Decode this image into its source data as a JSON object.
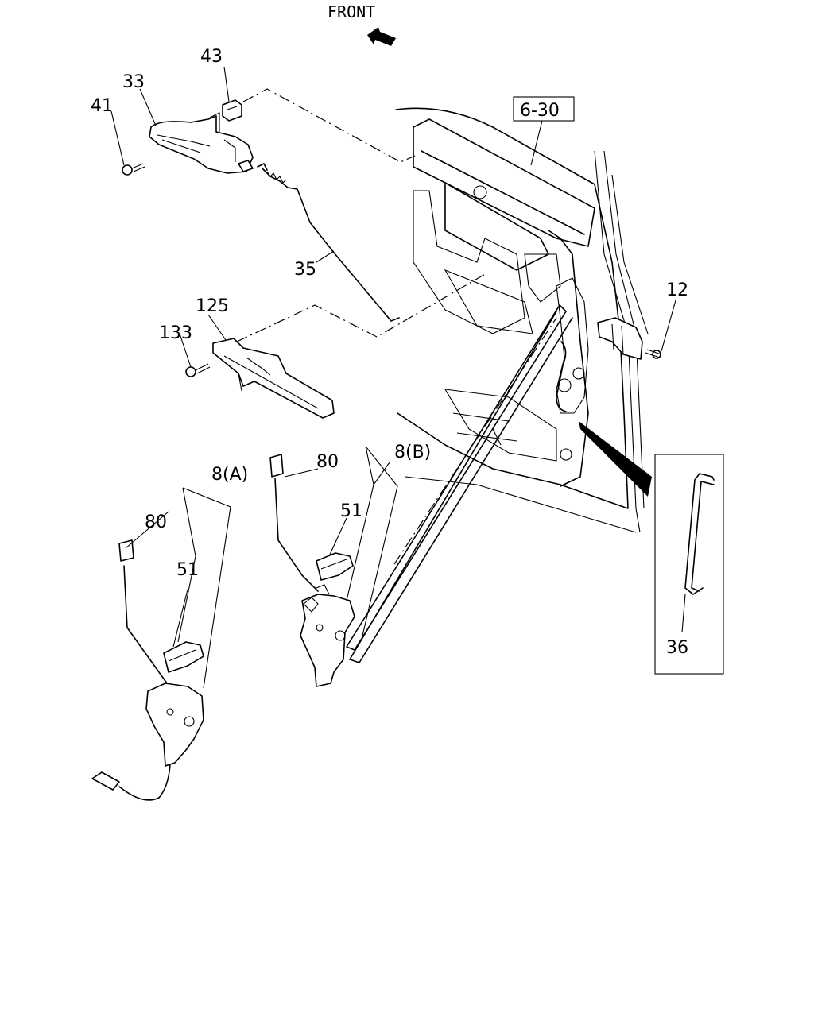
{
  "header": {
    "front_label": "FRONT"
  },
  "ref_box": "6-30",
  "callouts": {
    "p43": "43",
    "p33": "33",
    "p41": "41",
    "p35": "35",
    "p125": "125",
    "p133": "133",
    "p12": "12",
    "p8a": "8(A)",
    "p80a": "80",
    "p51a": "51",
    "p80b": "80",
    "p8b": "8(B)",
    "p51b": "51",
    "p36": "36"
  }
}
